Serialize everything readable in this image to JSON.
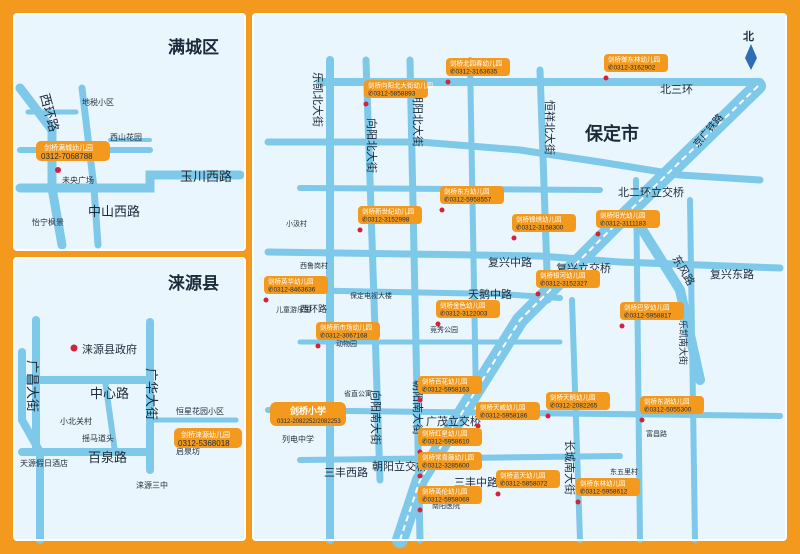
{
  "panels": {
    "mancheng": {
      "title": "满城区"
    },
    "laiyuan": {
      "title": "涞源县"
    },
    "baoding": {
      "title": "保定市",
      "north": "北"
    }
  },
  "mancheng": {
    "roads": [
      "西环路",
      "玉川西路",
      "中山西路"
    ],
    "places": [
      "地税小区",
      "西山花园",
      "未央广场",
      "怡宁枫景"
    ],
    "kindergarten": {
      "name": "剑桥满城幼儿园",
      "phone": "0312-7068788"
    }
  },
  "laiyuan": {
    "roads": [
      "广昌大街",
      "中心路",
      "广华大街",
      "百泉路"
    ],
    "places": [
      "涞源县政府",
      "小北关村",
      "摇马道头",
      "恒星花园小区",
      "启泉坊",
      "天源假日酒店",
      "涞源三中"
    ],
    "kindergarten": {
      "name": "剑桥涞源幼儿园",
      "phone": "0312-5368018"
    }
  },
  "baoding": {
    "roads": [
      "乐凯北大街",
      "向阳北大街",
      "朝阳北大街",
      "恒祥北大街",
      "北三环",
      "京广铁路",
      "北二环立交桥",
      "复兴中路",
      "复兴立交桥",
      "复兴东路",
      "东风路",
      "天鹅中路",
      "向阳南大街",
      "朝阳南大街",
      "广茂立交桥",
      "三丰中路",
      "三丰西路",
      "朝阳立交桥",
      "长城南大街",
      "乐凯南大街",
      "西环路"
    ],
    "places": [
      "小汲村",
      "西鲁岗村",
      "儿童游乐园",
      "保定电视大楼",
      "竞秀公园",
      "动物园",
      "列电中学",
      "省直公寓",
      "南阳医院",
      "东五里村",
      "富昌路"
    ],
    "school": {
      "name": "剑桥小学",
      "phone": "0312-2082252/2082253"
    },
    "kindergartens": [
      {
        "name": "剑桥向阳北大街幼儿园",
        "phone": "0312-5858893"
      },
      {
        "name": "剑桥北园春幼儿园",
        "phone": "0312-3163635"
      },
      {
        "name": "剑桥御东林幼儿园",
        "phone": "0312-3162902"
      },
      {
        "name": "剑桥东方幼儿园",
        "phone": "0312-5958557"
      },
      {
        "name": "剑桥新世纪幼儿园",
        "phone": "0312-3152998"
      },
      {
        "name": "剑桥锦绣幼儿园",
        "phone": "0312-3158300"
      },
      {
        "name": "剑桥阳光幼儿园",
        "phone": "0312-3111183"
      },
      {
        "name": "剑桥英华幼儿园",
        "phone": "0312-8463636"
      },
      {
        "name": "剑桥银河幼儿园",
        "phone": "0312-3152327"
      },
      {
        "name": "剑桥金色幼儿园",
        "phone": "0312-3122003"
      },
      {
        "name": "剑桥巴罗幼儿园",
        "phone": "0312-5958817"
      },
      {
        "name": "剑桥新市场幼儿园",
        "phone": "0312-3067168"
      },
      {
        "name": "剑桥百花幼儿园",
        "phone": "0312-5958163"
      },
      {
        "name": "剑桥天威幼儿园",
        "phone": "0312-5958186"
      },
      {
        "name": "剑桥天鹅幼儿园",
        "phone": "0312-2082265"
      },
      {
        "name": "剑桥东湖幼儿园",
        "phone": "0312-5055300"
      },
      {
        "name": "剑桥红星幼儿园",
        "phone": "0312-5958610"
      },
      {
        "name": "剑桥常青藤幼儿园",
        "phone": "0312-3285600"
      },
      {
        "name": "剑桥蓝天幼儿园",
        "phone": "0312-5858072"
      },
      {
        "name": "剑桥英伦幼儿园",
        "phone": "0312-5958069"
      },
      {
        "name": "剑桥东林幼儿园",
        "phone": "0312-5958612"
      }
    ]
  }
}
